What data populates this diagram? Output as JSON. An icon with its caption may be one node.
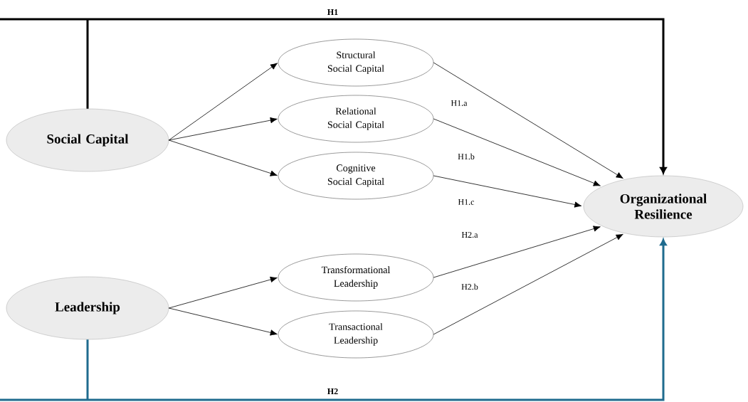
{
  "diagram": {
    "nodes": [
      {
        "text": [
          "Social Capital"
        ]
      },
      {
        "text": [
          "Structural Social Capital"
        ]
      },
      {
        "text": [
          "Relational Social Capital"
        ]
      },
      {
        "text": [
          "Cognitive Social Capital"
        ]
      },
      {
        "text": [
          "Leadership"
        ]
      },
      {
        "text": [
          "Transformational Leadership"
        ]
      },
      {
        "text": [
          "Transactional Leadership"
        ]
      },
      {
        "text": [
          "Organizational Resilience"
        ]
      }
    ],
    "edges": [
      {
        "from": 0,
        "to": 1,
        "arrow": "to"
      },
      {
        "from": 0,
        "to": 2,
        "arrow": "to"
      },
      {
        "from": 0,
        "to": 3,
        "arrow": "to"
      },
      {
        "from": 4,
        "to": 5,
        "arrow": "to"
      },
      {
        "from": 4,
        "to": 6,
        "arrow": "to"
      },
      {
        "from": 1,
        "to": 7,
        "arrow": "to",
        "label": "H1.a"
      },
      {
        "from": 2,
        "to": 7,
        "arrow": "to",
        "label": "H1.b"
      },
      {
        "from": 3,
        "to": 7,
        "arrow": "to",
        "label": "H1.c"
      },
      {
        "from": 5,
        "to": 7,
        "arrow": "to",
        "label": "H2.a"
      },
      {
        "from": 6,
        "to": 7,
        "arrow": "to",
        "label": "H2.b"
      },
      {
        "from": 0,
        "to": 7,
        "arrow": "to",
        "label": "H1",
        "style": "thick"
      },
      {
        "from": 4,
        "to": 7,
        "arrow": "to",
        "label": "H2",
        "style": "thick",
        "color": "#1f6b8e"
      }
    ]
  }
}
